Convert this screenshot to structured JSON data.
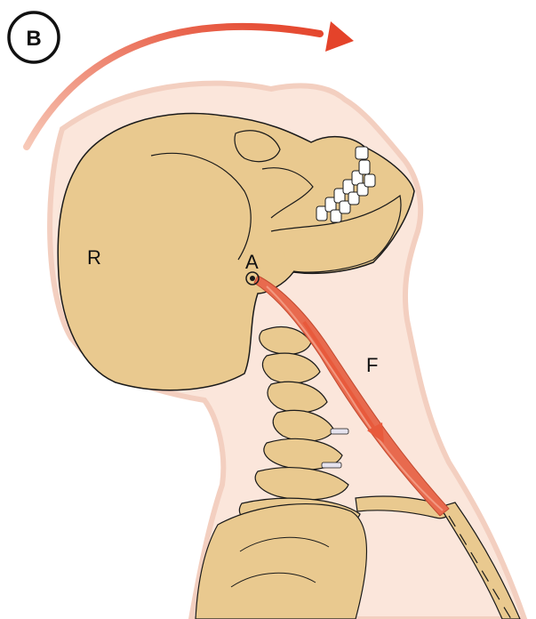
{
  "figure": {
    "panel_label": "B",
    "labels": {
      "axis": "A",
      "resistance": "R",
      "force": "F"
    }
  },
  "colors": {
    "bone": "#E9C98F",
    "soft_tissue": "#FBE6DB",
    "muscle": "#E86A4E",
    "arrow": "#E85A3C",
    "outline": "#1a1a1a",
    "disc": "#E6E3EE"
  }
}
